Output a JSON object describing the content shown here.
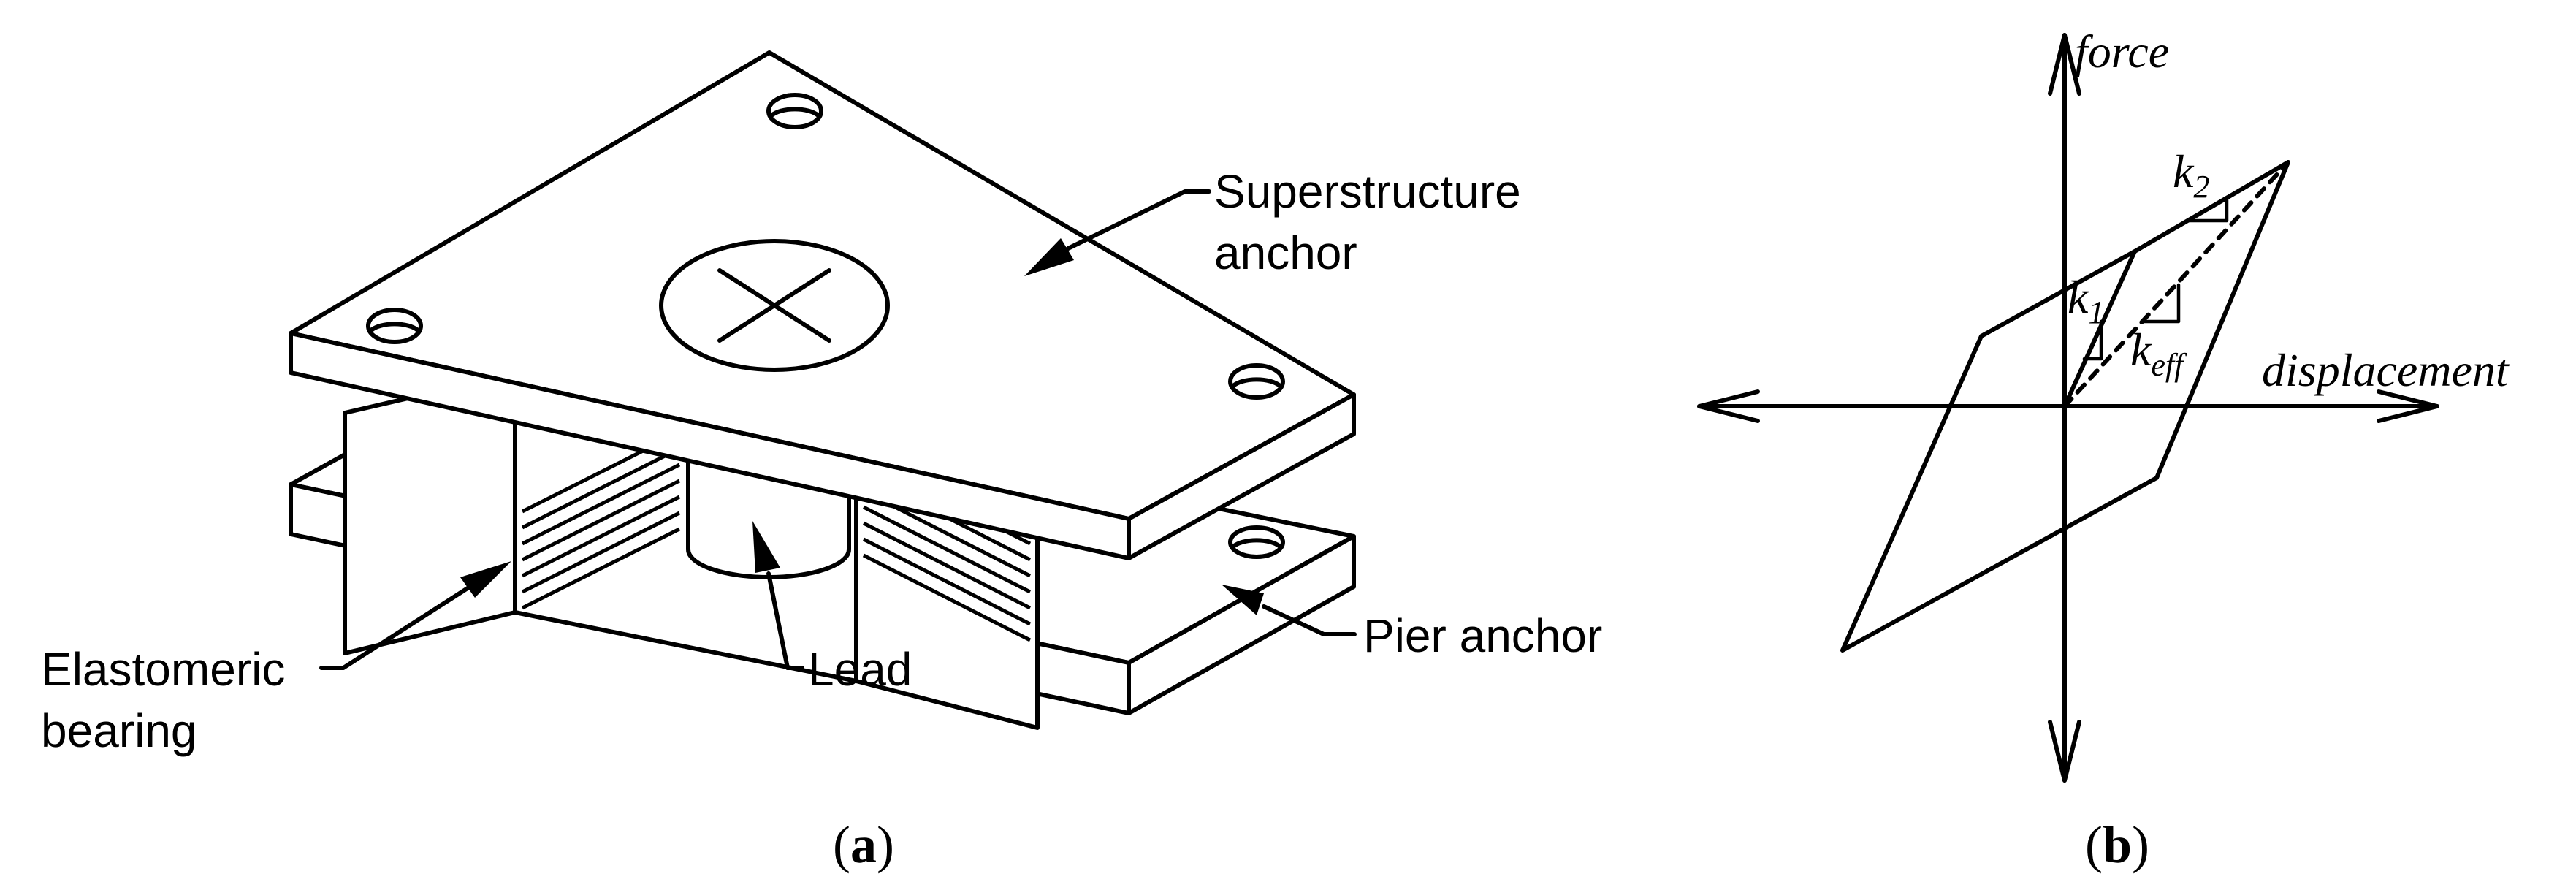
{
  "panel_a": {
    "labels": {
      "superstructure_line1": "Superstructure",
      "superstructure_line2": "anchor",
      "elastomeric_line1": "Elastomeric",
      "elastomeric_line2": "bearing",
      "lead": "Lead",
      "pier_anchor": "Pier anchor"
    },
    "caption": {
      "open": "(",
      "letter": "a",
      "close": ")"
    }
  },
  "panel_b": {
    "axes": {
      "y_label": "force",
      "x_label": "displacement"
    },
    "stiffness": {
      "k2_base": "k",
      "k2_sub": "2",
      "k1_base": "k",
      "k1_sub": "1",
      "keff_base": "k",
      "keff_sub": "eff"
    },
    "caption": {
      "open": "(",
      "letter": "b",
      "close": ")"
    }
  }
}
